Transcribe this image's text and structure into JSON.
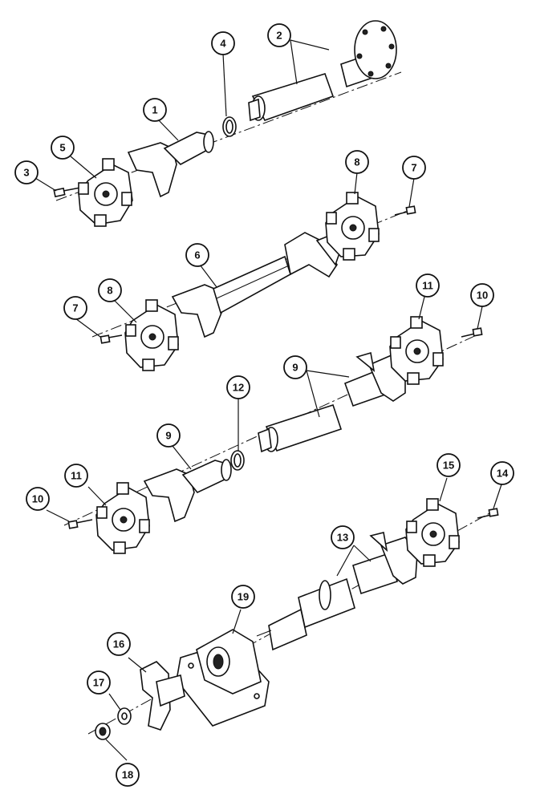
{
  "callouts": [
    {
      "id": "c1",
      "label": "1"
    },
    {
      "id": "c2",
      "label": "2"
    },
    {
      "id": "c3",
      "label": "3"
    },
    {
      "id": "c4",
      "label": "4"
    },
    {
      "id": "c5",
      "label": "5"
    },
    {
      "id": "c6",
      "label": "6"
    },
    {
      "id": "c7a",
      "label": "7"
    },
    {
      "id": "c7b",
      "label": "7"
    },
    {
      "id": "c8a",
      "label": "8"
    },
    {
      "id": "c8b",
      "label": "8"
    },
    {
      "id": "c9a",
      "label": "9"
    },
    {
      "id": "c9b",
      "label": "9"
    },
    {
      "id": "c10a",
      "label": "10"
    },
    {
      "id": "c10b",
      "label": "10"
    },
    {
      "id": "c11a",
      "label": "11"
    },
    {
      "id": "c11b",
      "label": "11"
    },
    {
      "id": "c12",
      "label": "12"
    },
    {
      "id": "c13",
      "label": "13"
    },
    {
      "id": "c14",
      "label": "14"
    },
    {
      "id": "c15",
      "label": "15"
    },
    {
      "id": "c16",
      "label": "16"
    },
    {
      "id": "c17",
      "label": "17"
    },
    {
      "id": "c18",
      "label": "18"
    },
    {
      "id": "c19",
      "label": "19"
    }
  ]
}
